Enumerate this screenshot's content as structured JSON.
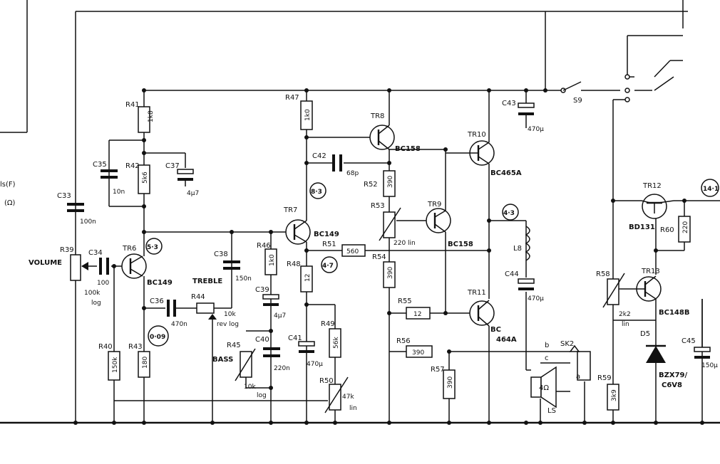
{
  "side": {
    "line1": "ls(F)",
    "line2": "(Ω)"
  },
  "resistors": [
    {
      "ref": "R41",
      "value": "1k8"
    },
    {
      "ref": "R42",
      "value": "5k6"
    },
    {
      "ref": "R47",
      "value": "1k0"
    },
    {
      "ref": "R52",
      "value": "390"
    },
    {
      "ref": "R46",
      "value": "1k0"
    },
    {
      "ref": "R51",
      "value": "560"
    },
    {
      "ref": "R48",
      "value": "12"
    },
    {
      "ref": "R54",
      "value": "390"
    },
    {
      "ref": "R55",
      "value": "12"
    },
    {
      "ref": "R49",
      "value": "56k"
    },
    {
      "ref": "R56",
      "value": "390"
    },
    {
      "ref": "R57",
      "value": "390"
    },
    {
      "ref": "R40",
      "value": "150k"
    },
    {
      "ref": "R43",
      "value": "180"
    },
    {
      "ref": "R60",
      "value": "220"
    },
    {
      "ref": "R59",
      "value": "3k9"
    }
  ],
  "capacitors": [
    {
      "ref": "C33",
      "value": "100n"
    },
    {
      "ref": "C35",
      "value": "10n"
    },
    {
      "ref": "C37",
      "value": "4μ7"
    },
    {
      "ref": "C42",
      "value": "68p"
    },
    {
      "ref": "C43",
      "value": "470μ"
    },
    {
      "ref": "C34",
      "value": "100"
    },
    {
      "ref": "C38",
      "value": "150n"
    },
    {
      "ref": "C36",
      "value": "470n"
    },
    {
      "ref": "C39",
      "value": "4μ7"
    },
    {
      "ref": "C40",
      "value": "220n"
    },
    {
      "ref": "C41",
      "value": "470μ"
    },
    {
      "ref": "C44",
      "value": "470μ"
    },
    {
      "ref": "C45",
      "value": "150μ"
    }
  ],
  "pots": [
    {
      "ref": "R39",
      "name": "VOLUME",
      "value": "100k",
      "law": "log"
    },
    {
      "ref": "R44",
      "name": "TREBLE",
      "value": "10k",
      "law": "rev log"
    },
    {
      "ref": "R45",
      "name": "BASS",
      "value": "10k",
      "law": "log"
    },
    {
      "ref": "R53",
      "value": "220 lin"
    },
    {
      "ref": "R50",
      "value": "47k",
      "law": "lin"
    },
    {
      "ref": "R58",
      "value": "2k2",
      "law": "lin"
    }
  ],
  "transistors": [
    {
      "ref": "TR6",
      "type": "BC149"
    },
    {
      "ref": "TR7",
      "type": "BC149"
    },
    {
      "ref": "TR8",
      "type": "BC158"
    },
    {
      "ref": "TR9",
      "type": "BC158"
    },
    {
      "ref": "TR10",
      "type": "BC465A"
    },
    {
      "ref": "TR11",
      "type": "BC",
      "type2": "464A"
    },
    {
      "ref": "TR12",
      "type": "BD131"
    },
    {
      "ref": "TR13",
      "type": "BC148B"
    }
  ],
  "voltages": [
    "5·3",
    "8·3",
    "4·7",
    "4·3",
    "0·09",
    "14·1"
  ],
  "misc": {
    "switch": "S9",
    "inductor": "L8",
    "diode": "D5",
    "diode_type": "BZX79/",
    "diode_type2": "C6V8",
    "socket": "SK2",
    "socket_b": "b",
    "socket_c": "c",
    "socket_a": "a",
    "speaker": "4Ω",
    "speaker_ref": "LS"
  }
}
